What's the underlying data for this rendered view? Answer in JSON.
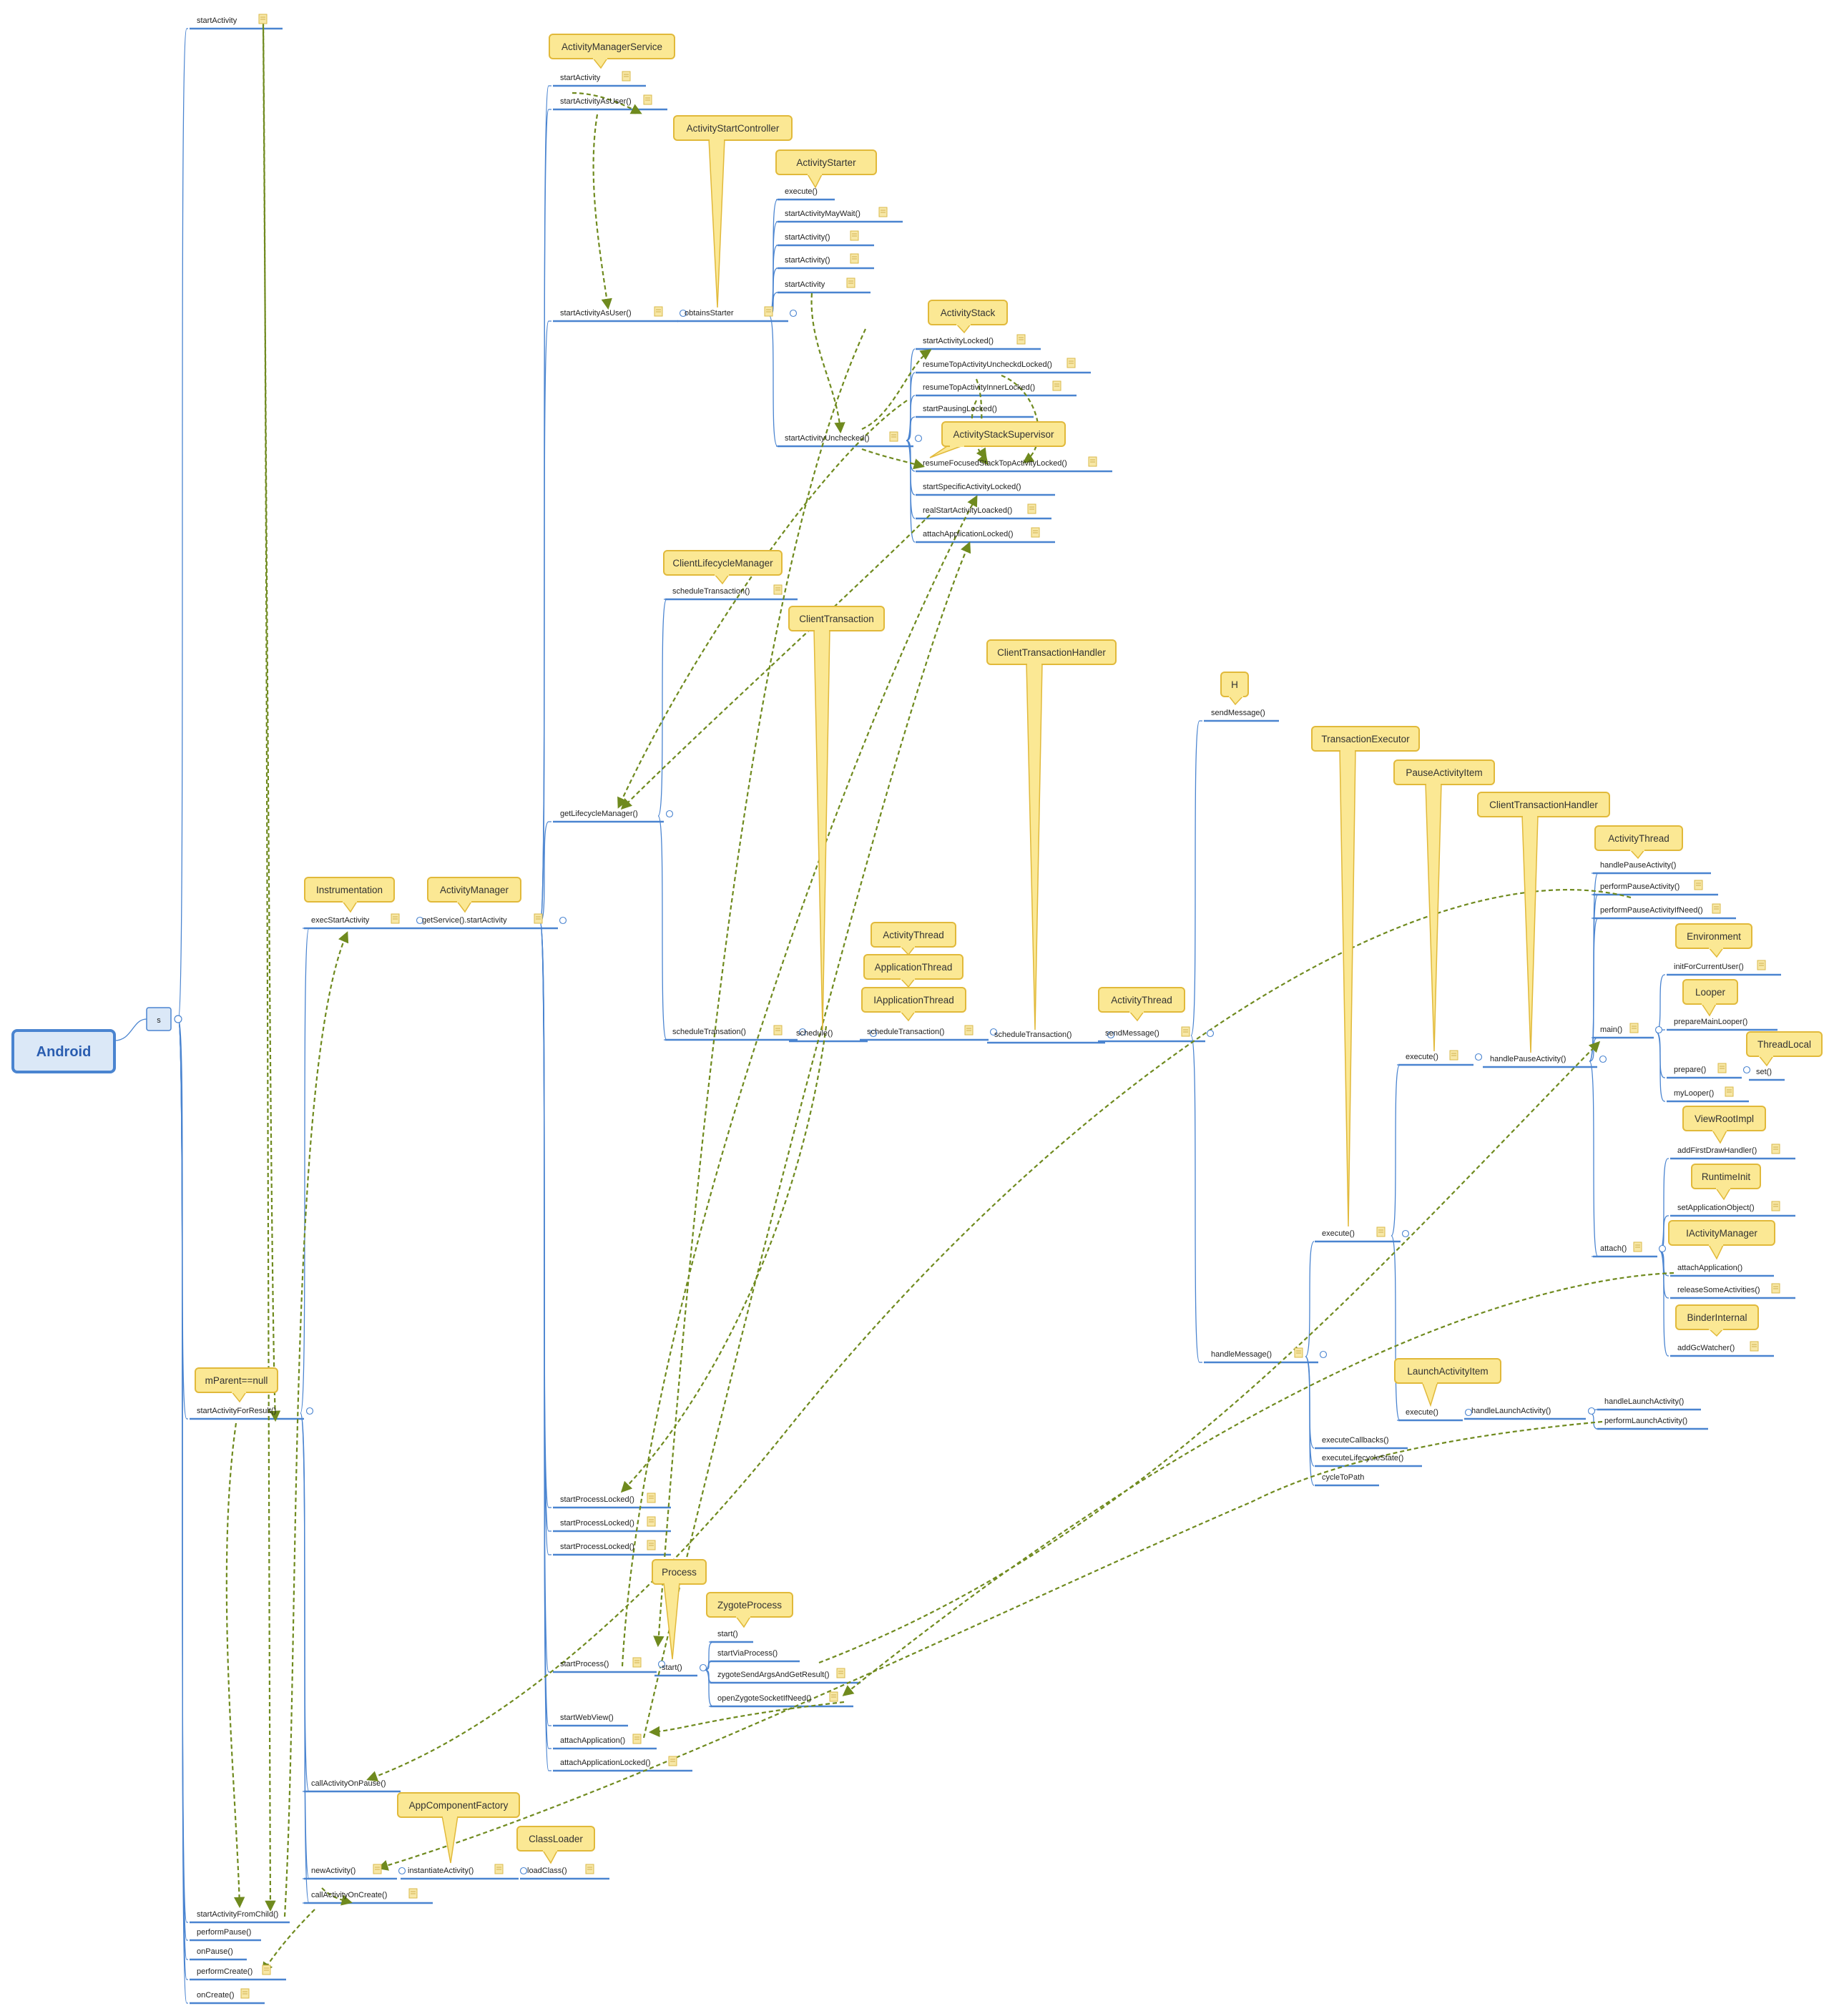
{
  "root": {
    "label": "Android"
  },
  "s_node": {
    "label": "s"
  },
  "colors": {
    "line": "#4a84d0",
    "arrow": "#6f8a1e",
    "callout_fill": "#fbe894",
    "callout_border": "#e1b93a",
    "root_border": "#4a84d0",
    "root_fill": "#dbe8f7"
  },
  "nodes": {
    "n1": "startActivity",
    "n2": "startActivityForResult()",
    "n3": "startActivityFromChild()",
    "n4": "performPause()",
    "n5": "onPause()",
    "n6": "performCreate()",
    "n7": "onCreate()",
    "n8": "execStartActivity",
    "n9": "getService().startActivity",
    "n10": "callActivityOnPause()",
    "n11": "newActivity()",
    "n12": "instantiateActivity()",
    "n13": "loadClass()",
    "n14": "callActivityOnCreate()",
    "n15": "startActivity",
    "n16": "startActivityAsUser()",
    "n17": "startActivityAsUser()",
    "n18": "obtainsStarter",
    "n19": "execute()",
    "n20": "startActivityMayWait()",
    "n21": "startActivity()",
    "n22": "startActivity()",
    "n23": "startActivity",
    "n24": "startActivityUnchecked()",
    "n25": "startActivityLocked()",
    "n26": "resumeTopActivityUncheckdLocked()",
    "n27": "resumeTopActivityInnerLocked()",
    "n28": "startPausingLocked()",
    "n29": "resumeFocusedStackTopActivityLocked()",
    "n30": "startSpecificActivityLocked()",
    "n31": "realStartActivityLoacked()",
    "n32": "attachApplicationLocked()",
    "n33": "scheduleTransaction()",
    "n34": "getLifecycleManager()",
    "n35": "scheduleTransation()",
    "n36": "schedule()",
    "n37": "scheduleTransaction()",
    "n38": "scheduleTransaction()",
    "n39": "sendMessage()",
    "n40": "sendMessage()",
    "n41": "handleMessage()",
    "n42": "execute()",
    "n43": "executeCallbacks()",
    "n44": "executeLifecycleState()",
    "n45": "cycleToPath",
    "n46": "execute()",
    "n47": "handlePauseActivity()",
    "n48": "execute()",
    "n49": "handleLaunchActivity()",
    "n50": "handleLaunchActivity()",
    "n51": "performLaunchActivity()",
    "n52": "handlePauseActivity()",
    "n53": "performPauseActivity()",
    "n54": "performPauseActivityIfNeed()",
    "n55": "main()",
    "n56": "initForCurrentUser()",
    "n57": "prepareMainLooper()",
    "n58": "prepare()",
    "n59": "set()",
    "n60": "myLooper()",
    "n61": "attach()",
    "n62": "addFirstDrawHandler()",
    "n63": "setApplicationObject()",
    "n64": "attachApplication()",
    "n65": "releaseSomeActivities()",
    "n66": "addGcWatcher()",
    "n67": "startProcessLocked()",
    "n68": "startProcessLocked()",
    "n69": "startProcessLocked()",
    "n70": "startProcess()",
    "n71": "start()",
    "n72": "start()",
    "n73": "startViaProcess()",
    "n74": "zygoteSendArgsAndGetResult()",
    "n75": "openZygoteSocketIfNeed()",
    "n76": "startWebView()",
    "n77": "attachApplication()",
    "n78": "attachApplicationLocked()"
  },
  "callouts": {
    "c1": "ActivityManagerService",
    "c2": "ActivityStartController",
    "c3": "ActivityStarter",
    "c4": "ActivityStack",
    "c5": "ActivityStackSupervisor",
    "c6": "ClientLifecycleManager",
    "c7": "ClientTransaction",
    "c8": "ClientTransactionHandler",
    "c9": "H",
    "c10": "TransactionExecutor",
    "c11": "PauseActivityItem",
    "c12": "ClientTransactionHandler",
    "c13": "ActivityThread",
    "c14": "Environment",
    "c15": "Looper",
    "c16": "ThreadLocal",
    "c17": "ViewRootImpl",
    "c18": "RuntimeInit",
    "c19": "IActivityManager",
    "c20": "BinderInternal",
    "c21": "Instrumentation",
    "c22": "ActivityManager",
    "c23": "ActivityThread",
    "c24": "ApplicationThread",
    "c25": "IApplicationThread",
    "c26": "ActivityThread",
    "c27": "mParent==null",
    "c28": "LaunchActivityItem",
    "c29": "Process",
    "c30": "ZygoteProcess",
    "c31": "AppComponentFactory",
    "c32": "ClassLoader"
  }
}
